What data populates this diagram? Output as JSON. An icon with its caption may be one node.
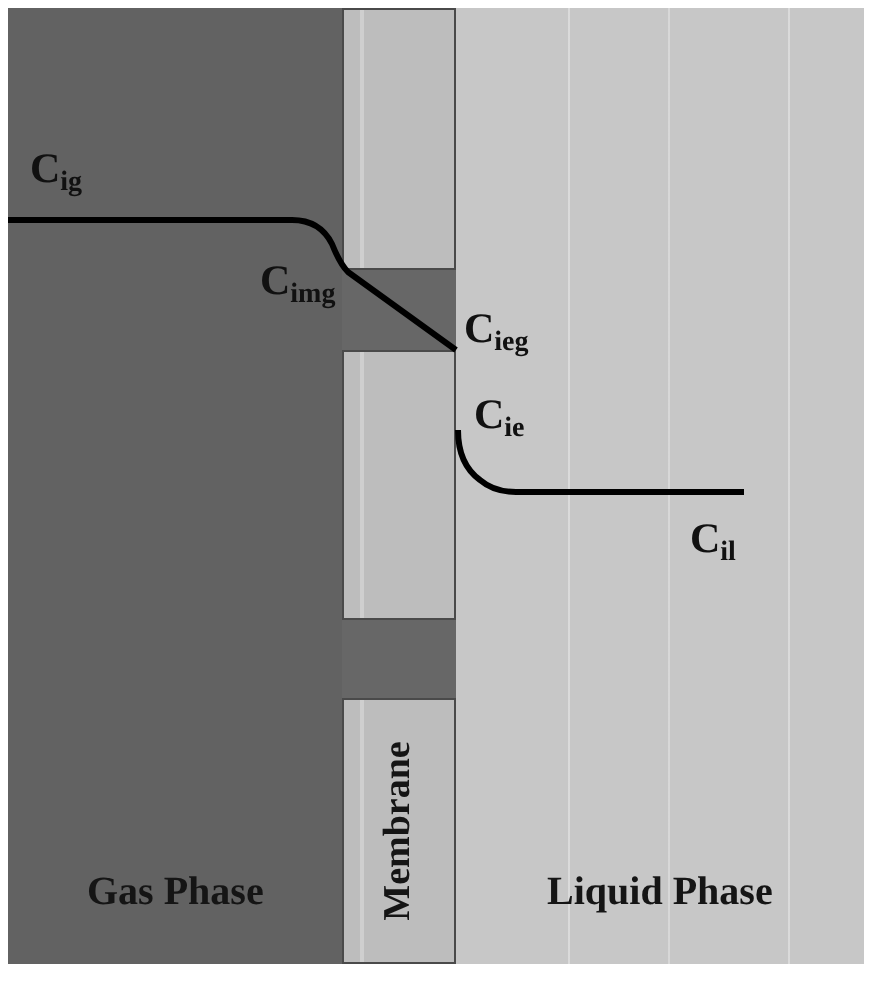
{
  "diagram": {
    "nodes": [
      {
        "text": [
          "Gas Phase"
        ]
      },
      {
        "text": [],
        "shape": "box"
      },
      {
        "text": [],
        "shape": "box"
      },
      {
        "text": [
          "Membrane"
        ]
      },
      {
        "text": [
          "Liquid Phase"
        ]
      }
    ],
    "labels": [
      "C$_{ig}$",
      "C$_{img}$",
      "C$_{ieg}$",
      "C$_{ie}$",
      "C$_{il}$"
    ]
  }
}
